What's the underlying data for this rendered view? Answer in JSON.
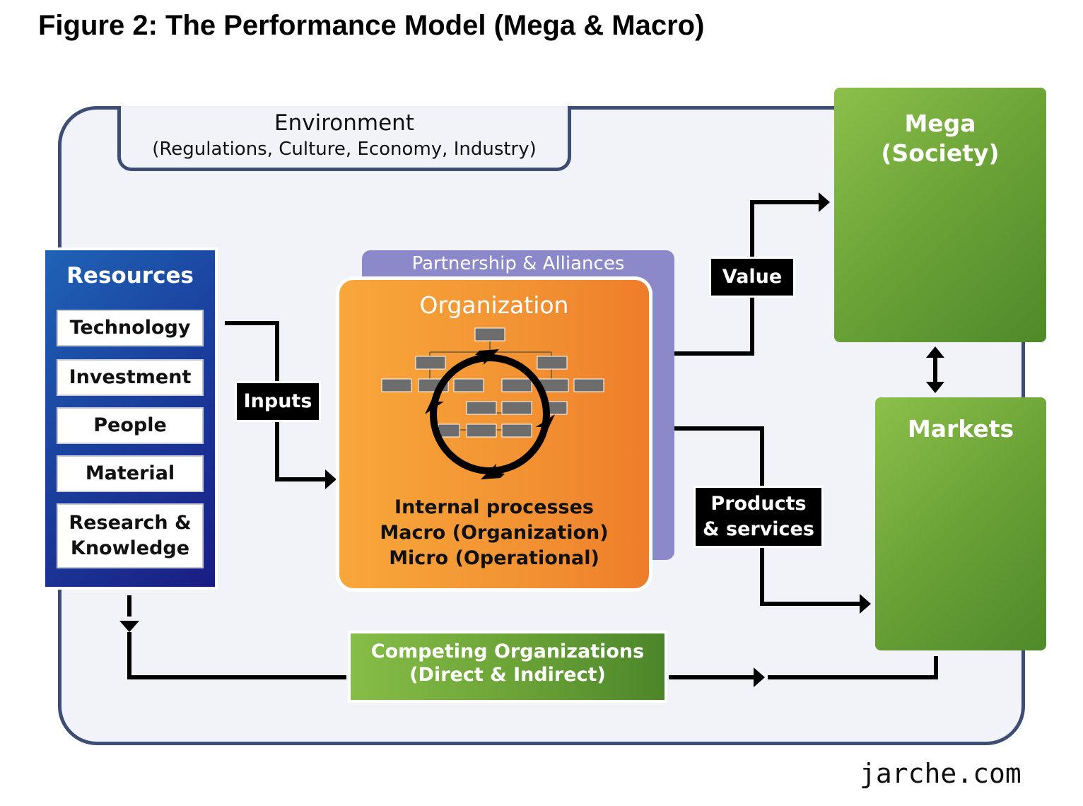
{
  "title": "Figure 2: The Performance Model (Mega & Macro)",
  "environment": {
    "title": "Environment",
    "subtitle": "(Regulations, Culture, Economy, Industry)"
  },
  "resources": {
    "title": "Resources",
    "items": [
      "Technology",
      "Investment",
      "People",
      "Material",
      "Research & Knowledge"
    ]
  },
  "partnership": "Partnership & Alliances",
  "organization": {
    "title": "Organization",
    "lines": [
      "Internal processes",
      "Macro (Organization)",
      "Micro (Operational)"
    ]
  },
  "flows": {
    "inputs": "Inputs",
    "value": "Value",
    "products_line1": "Products",
    "products_line2": "& services"
  },
  "mega": {
    "line1": "Mega",
    "line2": "(Society)"
  },
  "markets": "Markets",
  "competing": {
    "line1": "Competing Organizations",
    "line2": "(Direct & Indirect)"
  },
  "watermark": "jarche.com",
  "colors": {
    "frame": "#3d4d74",
    "resources_blue": "#1a3a9a",
    "organization_orange": "#f29233",
    "partnership_purple": "#8b89c9",
    "green": "#6aa237",
    "label_black": "#000000"
  }
}
